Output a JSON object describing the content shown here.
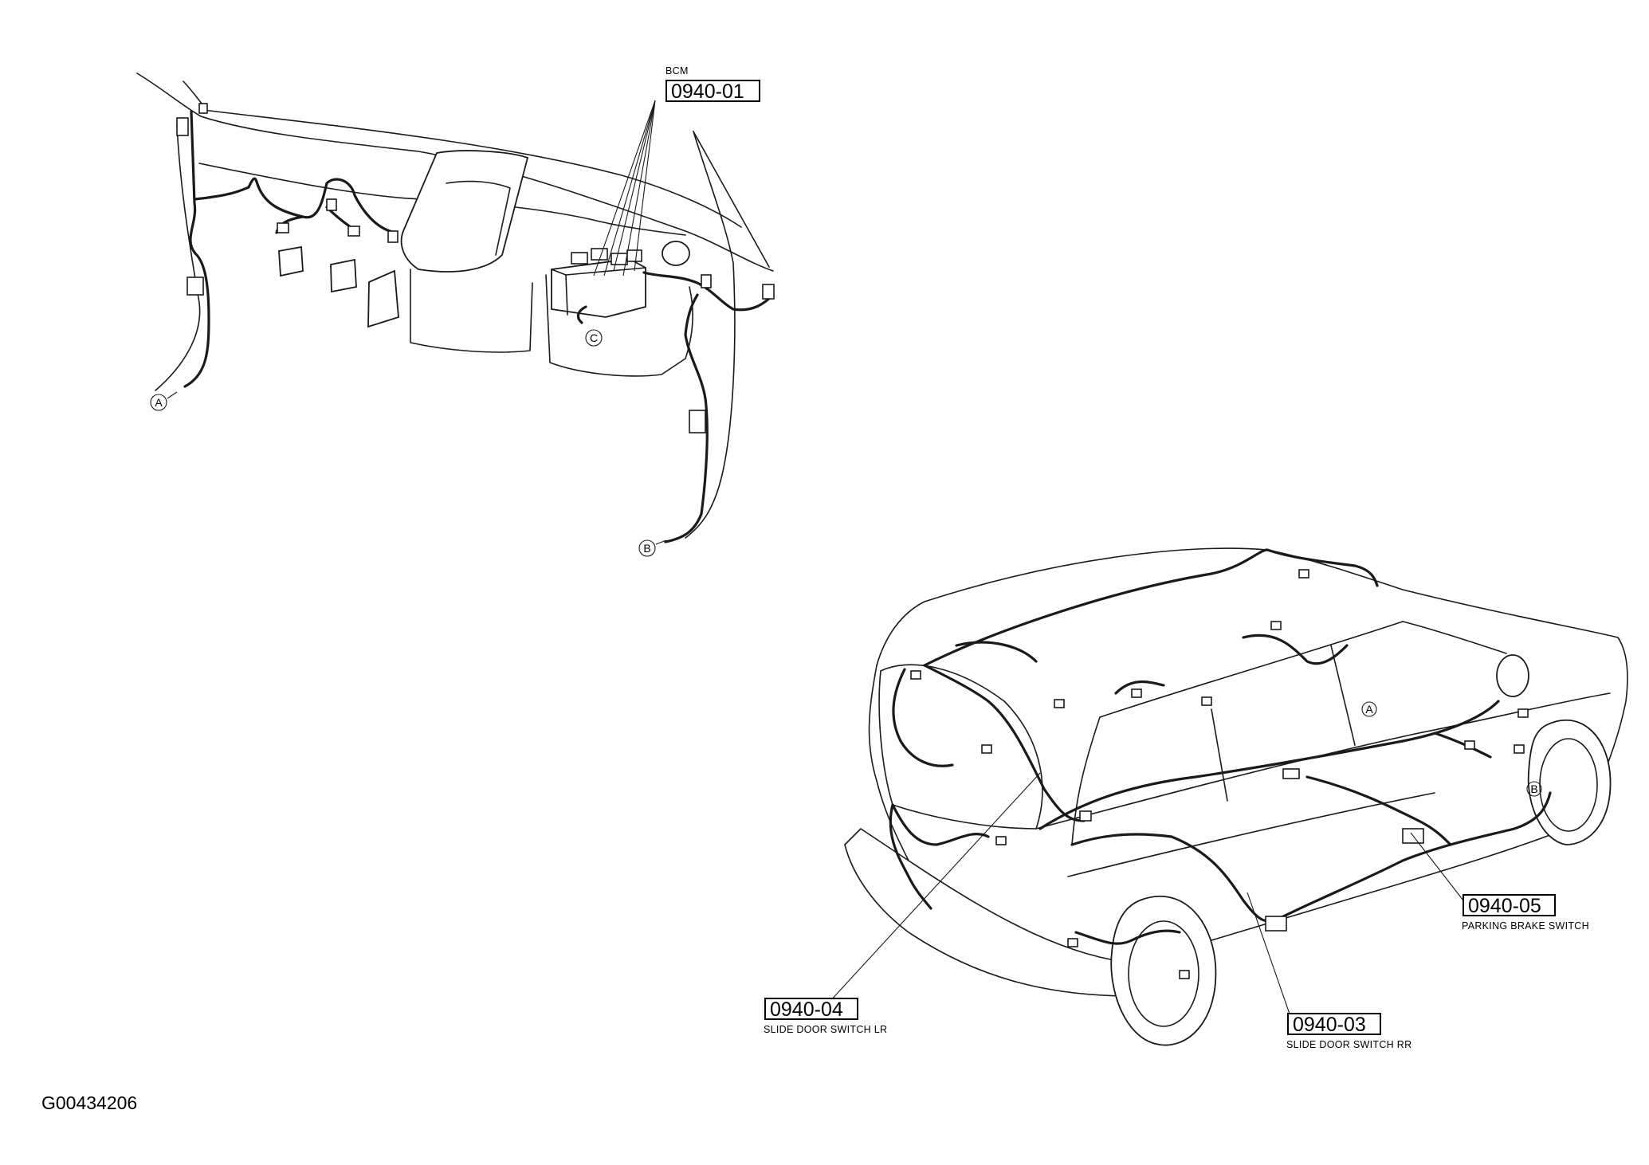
{
  "figure_id": "G00434206",
  "callouts": [
    {
      "code": "0940-01",
      "caption": "BCM"
    },
    {
      "code": "0940-03",
      "caption": "SLIDE DOOR SWITCH RR"
    },
    {
      "code": "0940-04",
      "caption": "SLIDE DOOR SWITCH LR"
    },
    {
      "code": "0940-05",
      "caption": "PARKING BRAKE SWITCH"
    }
  ],
  "markers": {
    "a": "A",
    "b": "B",
    "c": "C"
  }
}
